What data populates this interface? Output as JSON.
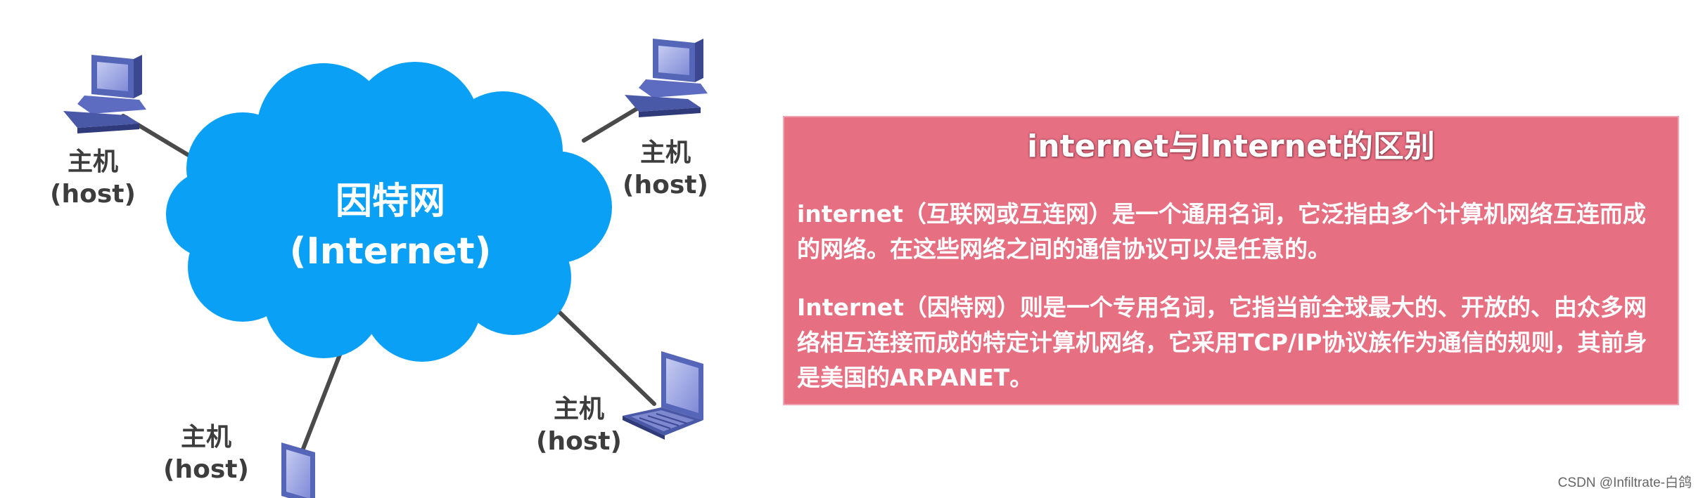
{
  "network": {
    "cloud_title": "因特网",
    "cloud_subtitle": "(Internet)",
    "hosts": [
      {
        "label": "主机",
        "sublabel": "(host)"
      },
      {
        "label": "主机",
        "sublabel": "(host)"
      },
      {
        "label": "主机",
        "sublabel": "(host)"
      },
      {
        "label": "主机",
        "sublabel": "(host)"
      }
    ]
  },
  "info": {
    "title": "internet与Internet的区别",
    "paragraphs": [
      "internet（互联网或互连网）是一个通用名词，它泛指由多个计算机网络互连而成的网络。在这些网络之间的通信协议可以是任意的。",
      "Internet（因特网）则是一个专用名词，它指当前全球最大的、开放的、由众多网络相互连接而成的特定计算机网络，它采用TCP/IP协议族作为通信的规则，其前身是美国的ARPANET。"
    ]
  },
  "watermark": "CSDN @Infiltrate-白鸽",
  "colors": {
    "cloud": "#0aa0f5",
    "info_background": "#e66f82",
    "computer_body": "#5565b8",
    "link_line": "#4a4a4a"
  }
}
